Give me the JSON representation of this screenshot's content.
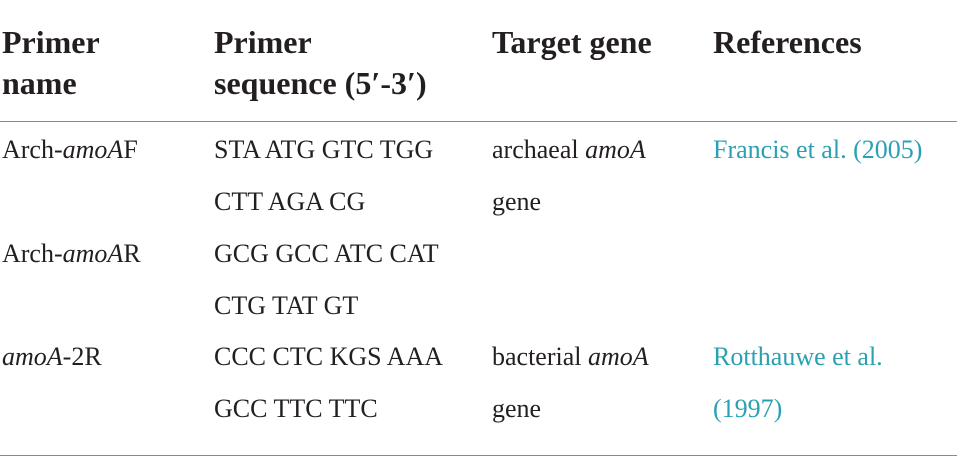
{
  "headers": {
    "col1": [
      "Primer",
      "name"
    ],
    "col2": [
      "Primer",
      "sequence (5′-3′)"
    ],
    "col3": [
      "Target gene"
    ],
    "col4": [
      "References"
    ]
  },
  "rows": [
    {
      "name": {
        "prefix": "Arch-",
        "italic": "amoA",
        "suffix": "F"
      },
      "sequence": [
        "STA ATG GTC TGG",
        "CTT AGA CG"
      ],
      "target": {
        "line1_prefix": "archaeal ",
        "line1_italic": "amoA",
        "line2": "gene"
      },
      "reference": [
        "Francis et al. (2005)"
      ]
    },
    {
      "name": {
        "prefix": "Arch-",
        "italic": "amoA",
        "suffix": "R"
      },
      "sequence": [
        "GCG GCC ATC CAT",
        "CTG TAT GT"
      ]
    },
    {
      "name": {
        "prefix": "",
        "italic": "amoA",
        "suffix": "-2R"
      },
      "sequence": [
        "CCC CTC KGS AAA",
        "GCC TTC TTC"
      ],
      "target": {
        "line1_prefix": "bacterial ",
        "line1_italic": "amoA",
        "line2": "gene"
      },
      "reference": [
        "Rotthauwe et al.",
        "(1997)"
      ]
    }
  ],
  "colors": {
    "text": "#231f20",
    "link": "#2aa1b3",
    "rule": "#8a8a8a"
  }
}
